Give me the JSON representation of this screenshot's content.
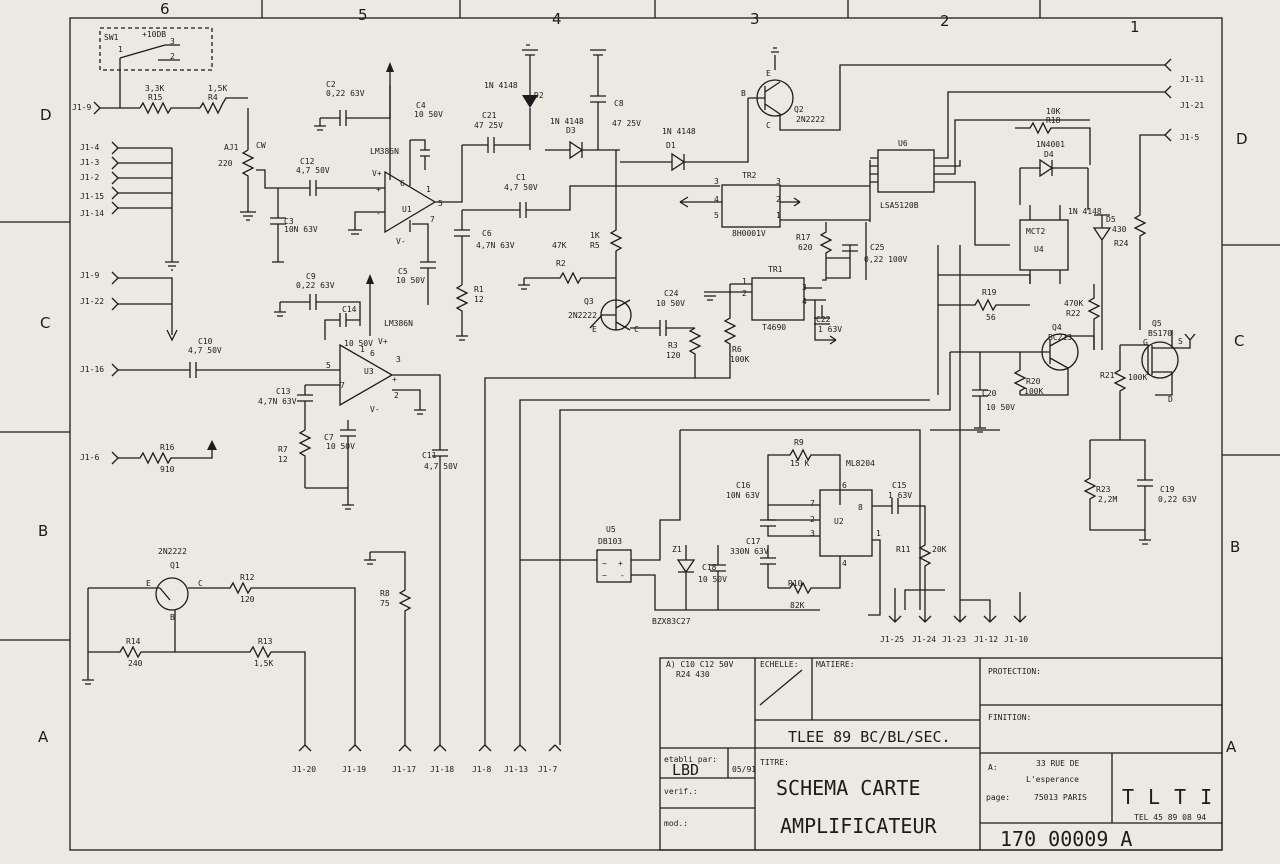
{
  "zones": {
    "columns": [
      "6",
      "5",
      "4",
      "3",
      "2",
      "1"
    ],
    "rows": [
      "D",
      "C",
      "B",
      "A"
    ]
  },
  "switch": {
    "id": "SW1",
    "label": "+10DB",
    "pins": [
      "1",
      "2",
      "3"
    ]
  },
  "connectors": {
    "left": [
      "J1-9",
      "J1-4",
      "J1-3",
      "J1-2",
      "J1-15",
      "J1-14",
      "J1-9",
      "J1-22",
      "J1-16",
      "J1-6"
    ],
    "right": [
      "J1-11",
      "J1-21",
      "J1-5"
    ],
    "bottom_mid": [
      "J1-25",
      "J1-24",
      "J1-23",
      "J1-12",
      "J1-10"
    ],
    "bottom": [
      "J1-20",
      "J1-19",
      "J1-17",
      "J1-18",
      "J1-8",
      "J1-13",
      "J1-7"
    ]
  },
  "components": {
    "r15": [
      "3,3K",
      "R15"
    ],
    "r4": [
      "1,5K",
      "R4"
    ],
    "aj1": [
      "AJ1",
      "220",
      "CW"
    ],
    "c2": [
      "C2",
      "0,22 63V"
    ],
    "c12": [
      "C12",
      "4,7 50V"
    ],
    "c3": [
      "C3",
      "10N 63V"
    ],
    "c4": [
      "C4",
      "10 50V"
    ],
    "u1": [
      "U1",
      "LM386N",
      "V+",
      "V-"
    ],
    "c5": [
      "C5",
      "10 50V"
    ],
    "c9": [
      "C9",
      "0,22 63V"
    ],
    "c14": [
      "C14",
      "10 50V"
    ],
    "u3": [
      "U3",
      "LM386N",
      "V+",
      "V-"
    ],
    "c10": [
      "C10",
      "4,7 50V"
    ],
    "c13": [
      "C13",
      "4,7N 63V"
    ],
    "r7": [
      "R7",
      "12"
    ],
    "c7": [
      "C7",
      "10 50V"
    ],
    "c11": [
      "C11",
      "4,7 50V"
    ],
    "r16": [
      "R16",
      "910"
    ],
    "d2": [
      "1N 4148",
      "D2"
    ],
    "c21": [
      "C21",
      "47 25V"
    ],
    "d3": [
      "1N 4148",
      "D3"
    ],
    "c8": [
      "C8",
      "47 25V"
    ],
    "d1": [
      "1N 4148",
      "D1"
    ],
    "c1": [
      "C1",
      "4,7 50V"
    ],
    "c6": [
      "C6",
      "4,7N 63V"
    ],
    "r1": [
      "R1",
      "12"
    ],
    "r5": [
      "1K",
      "R5"
    ],
    "r2": [
      "47K",
      "R2"
    ],
    "q3": [
      "Q3",
      "2N2222"
    ],
    "c24": [
      "C24",
      "10 50V"
    ],
    "r3": [
      "R3",
      "120"
    ],
    "r6": [
      "R6",
      "100K"
    ],
    "q2": [
      "Q2",
      "2N2222"
    ],
    "tr2": [
      "TR2",
      "8H0001V"
    ],
    "tr1": [
      "TR1",
      "T4690"
    ],
    "r17": [
      "R17",
      "620"
    ],
    "c25": [
      "C25",
      "0,22 100V"
    ],
    "c22": [
      "C22",
      "1 63V"
    ],
    "u6": [
      "U6",
      "LSA5120B"
    ],
    "r18": [
      "10K",
      "R18"
    ],
    "d4": [
      "1N4001",
      "D4"
    ],
    "u4": [
      "MCT2",
      "U4"
    ],
    "d5": [
      "1N 4148",
      "D5"
    ],
    "r24": [
      "430",
      "R24"
    ],
    "r19": [
      "R19",
      "56"
    ],
    "r22": [
      "470K",
      "R22"
    ],
    "q4": [
      "Q4",
      "BC213"
    ],
    "q5": [
      "Q5",
      "BS170"
    ],
    "r20": [
      "R20",
      "100K"
    ],
    "r21": [
      "R21",
      "100K"
    ],
    "c20": [
      "C20",
      "10 50V"
    ],
    "r23": [
      "R23",
      "2,2M"
    ],
    "c19": [
      "C19",
      "0,22 63V"
    ],
    "r9": [
      "R9",
      "15 K"
    ],
    "u2": [
      "ML8204",
      "U2"
    ],
    "c16": [
      "C16",
      "10N 63V"
    ],
    "c17": [
      "C17",
      "330N 63V"
    ],
    "c15": [
      "C15",
      "1 63V"
    ],
    "r11": [
      "R11",
      "20K"
    ],
    "r10": [
      "R10",
      "82K"
    ],
    "u5": [
      "U5",
      "DB103"
    ],
    "z1": [
      "Z1",
      "BZX83C27"
    ],
    "c18": [
      "C18",
      "10 50V"
    ],
    "q1": [
      "Q1",
      "2N2222"
    ],
    "r12": [
      "R12",
      "120"
    ],
    "r14": [
      "R14",
      "240"
    ],
    "r13": [
      "R13",
      "1,5K"
    ],
    "r8": [
      "R8",
      "75"
    ]
  },
  "title_block": {
    "note_line1": "A) C10 C12 50V",
    "note_line2": "R24 430",
    "echelle": "ECHELLE:",
    "matiere": "MATIERE:",
    "protection": "PROTECTION:",
    "finition": "FINITION:",
    "designation": "TLEE 89 BC/BL/SEC.",
    "etabli_par_label": "etabli par:",
    "etabli_par": "LBD",
    "date": "05/91",
    "verif": "verif.:",
    "mod": "mod.:",
    "titre_label": "TITRE:",
    "titre_line1": "SCHEMA CARTE",
    "titre_line2": "AMPLIFICATEUR",
    "a_label": "A:",
    "address1": "33 RUE DE",
    "address2": "L'esperance",
    "address3": "75013 PARIS",
    "page_label": "page:",
    "logo": "TLTI",
    "tel": "TEL 45 89 08 94",
    "drawing_number": "170 00009 A"
  }
}
